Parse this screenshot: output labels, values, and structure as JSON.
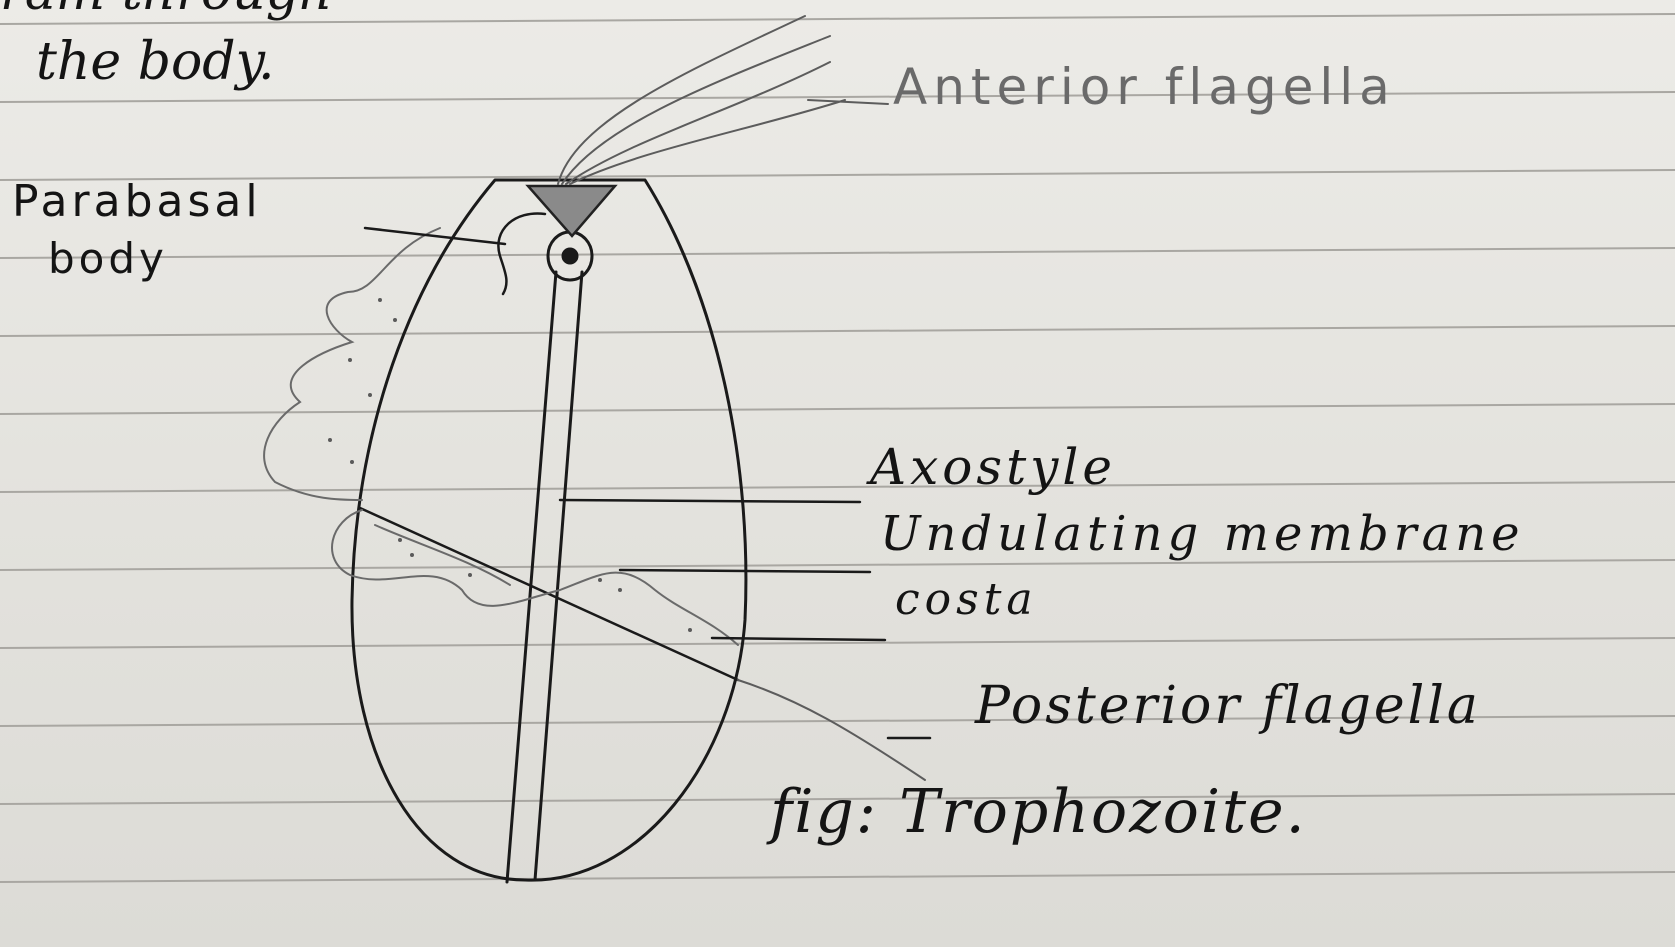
{
  "notebook": {
    "text_above": {
      "fragment": "ram through",
      "line": "the body."
    }
  },
  "figure": {
    "labels": {
      "parabasal_line1": "Parabasal",
      "parabasal_line2": "body",
      "anterior_flagella": "Anterior flagella",
      "axostyle": "Axostyle",
      "undulating_membrane": "Undulating membrane",
      "costa": "costa",
      "posterior_flagella": "Posterior flagella"
    },
    "caption": "fig: Trophozoite."
  },
  "colors": {
    "paper": "#e6e4df",
    "ruled_line": "#a9a7a2",
    "pen_ink": "#141414",
    "pencil": "#4a4a4a"
  }
}
